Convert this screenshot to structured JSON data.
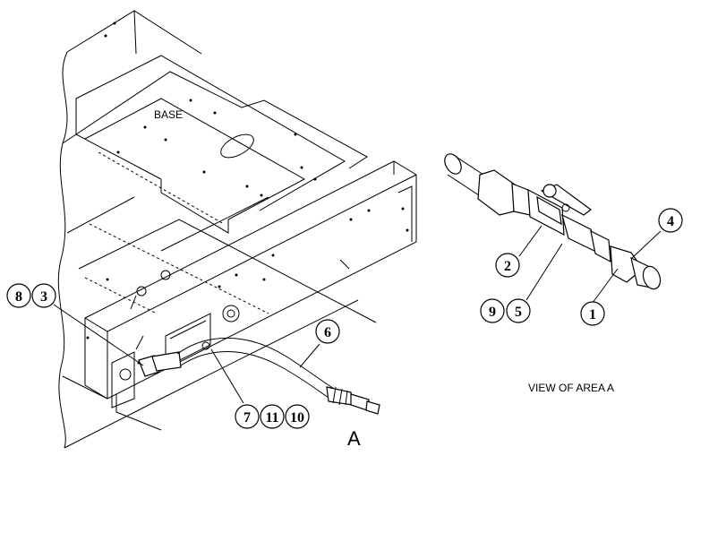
{
  "labels": {
    "base": "BASE",
    "area_letter": "A",
    "view_caption": "VIEW OF AREA A"
  },
  "callouts": [
    "8",
    "3",
    "6",
    "7",
    "11",
    "10",
    "4",
    "2",
    "9",
    "5",
    "1"
  ]
}
